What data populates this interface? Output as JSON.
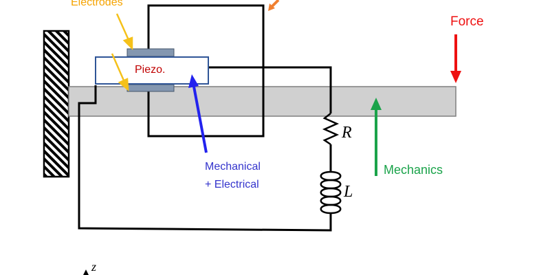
{
  "labels": {
    "electrodes": "Electrodes",
    "piezo": "Piezo.",
    "force": "Force",
    "mech_elec_line1": "Mechanical",
    "mech_elec_line2": "+ Electrical",
    "mechanics": "Mechanics",
    "resistor": "R",
    "inductor": "L",
    "axis_z": "z"
  },
  "colors": {
    "electrodes_text": "#f5a300",
    "electrodes_arrow": "#f5c11a",
    "orange_arrow": "#f08030",
    "piezo_text": "#c00000",
    "piezo_border": "#2f5597",
    "electrode_fill": "#8497b0",
    "beam_fill": "#d0d0d0",
    "force": "#ee1111",
    "blue_arrow": "#2222ee",
    "blue_text": "#3333cc",
    "mechanics": "#1aa34a",
    "wire": "#000000"
  }
}
